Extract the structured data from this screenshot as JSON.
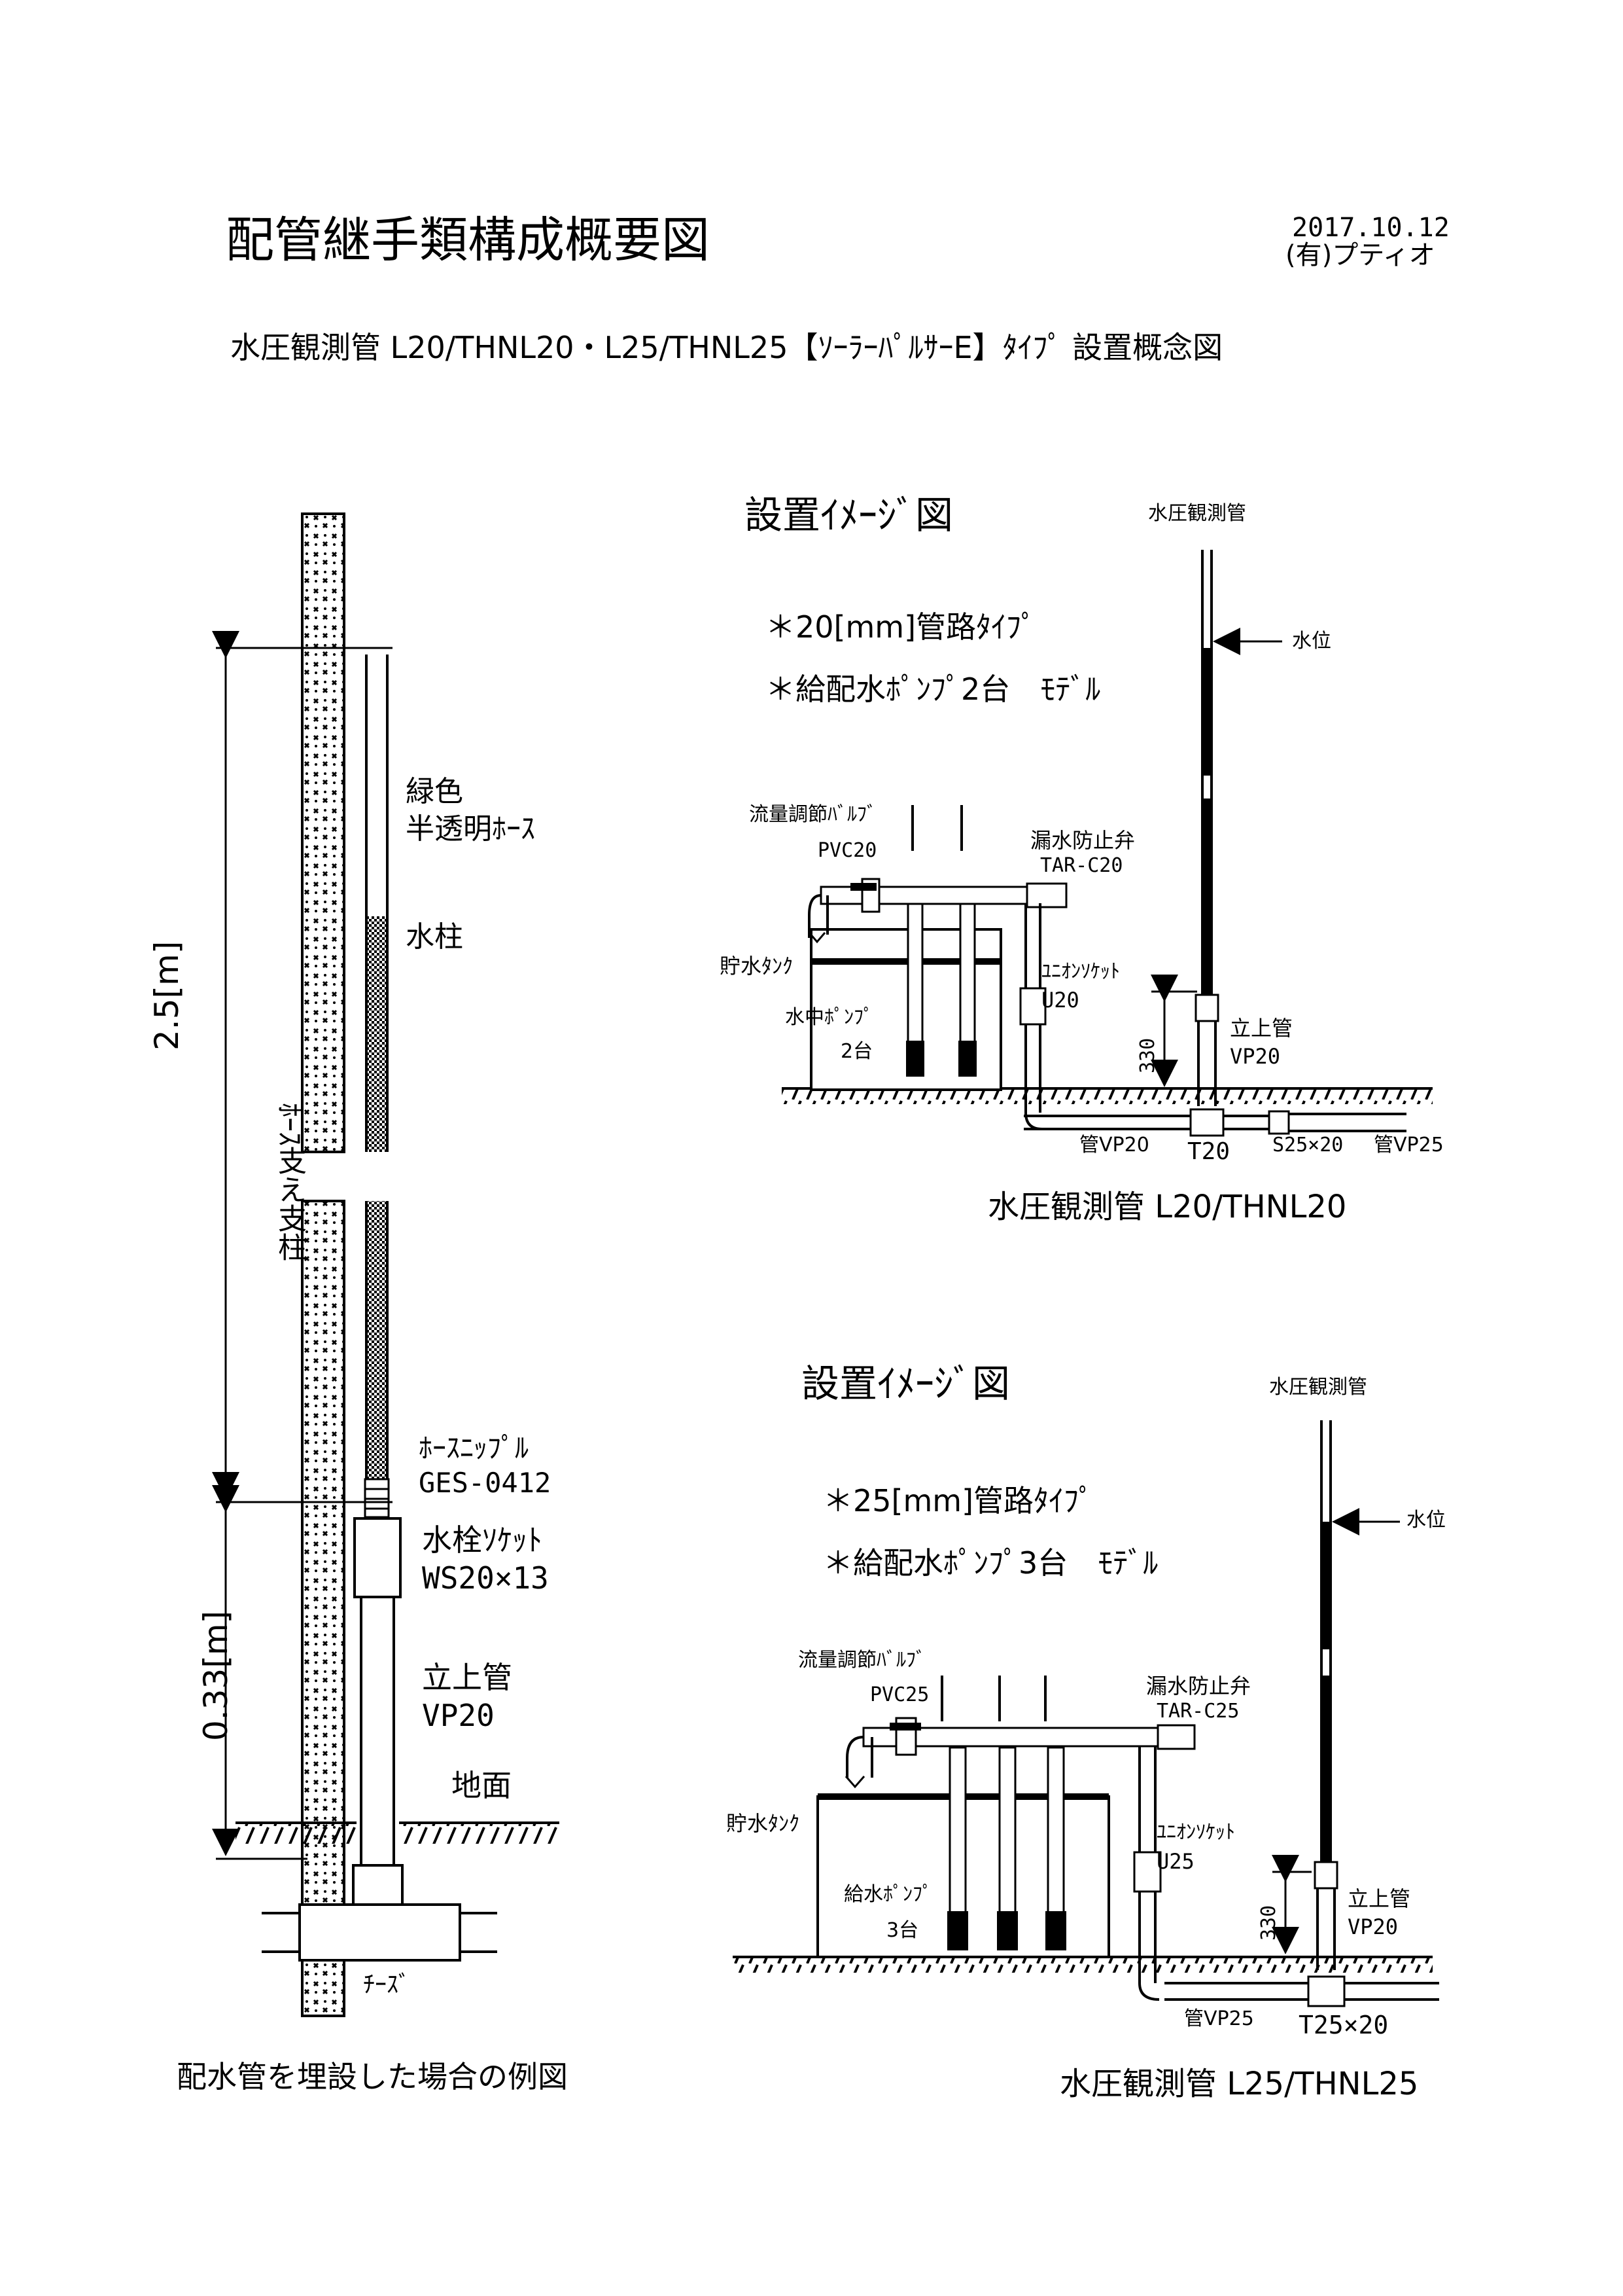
{
  "header": {
    "title": "配管継手類構成概要図",
    "date": "2017.10.12",
    "company": "(有)プティオ",
    "subtitle": "水圧観測管 L20/THNL20・L25/THNL25【ｿｰﾗｰﾊﾟﾙｻｰE】ﾀｲﾌﾟ 設置概念図"
  },
  "left_diagram": {
    "hose_label_1": "緑色",
    "hose_label_2": "半透明ﾎｰｽ",
    "water_column": "水柱",
    "dim_upper": "2.5[m]",
    "support_pole": "ﾎｰｽ支え支柱",
    "nipple_1": "ﾎｰｽﾆｯﾌﾟﾙ",
    "nipple_2": "GES-0412",
    "socket_1": "水栓ｿｹｯﾄ",
    "socket_2": "WS20×13",
    "riser_1": "立上管",
    "riser_2": "VP20",
    "dim_lower": "0.33[m]",
    "ground": "地面",
    "tee": "ﾁｰｽﾞ",
    "caption": "配水管を埋設した場合の例図"
  },
  "diagram_20": {
    "heading": "設置ｲﾒｰｼﾞ図",
    "note_1": "＊20[mm]管路ﾀｲﾌﾟ",
    "note_2": "＊給配水ﾎﾟﾝﾌﾟ2台　ﾓﾃﾞﾙ",
    "observe_pipe": "水圧観測管",
    "water_level": "水位",
    "flow_valve": "流量調節ﾊﾞﾙﾌﾞ",
    "pvc": "PVC20",
    "leak_valve_1": "漏水防止弁",
    "leak_valve_2": "TAR-C20",
    "tank": "貯水ﾀﾝｸ",
    "union_1": "ﾕﾆｵﾝｿｹｯﾄ",
    "union_2": "U20",
    "pump_1": "水中ﾎﾟﾝﾌﾟ",
    "pump_2": "2台",
    "dim": "330",
    "riser_1": "立上管",
    "riser_2": "VP20",
    "pipe_a": "管VP20",
    "tee": "T20",
    "socket": "S25×20",
    "pipe_b": "管VP25",
    "caption": "水圧観測管 L20/THNL20"
  },
  "diagram_25": {
    "heading": "設置ｲﾒｰｼﾞ図",
    "note_1": "＊25[mm]管路ﾀｲﾌﾟ",
    "note_2": "＊給配水ﾎﾟﾝﾌﾟ3台　ﾓﾃﾞﾙ",
    "observe_pipe": "水圧観測管",
    "water_level": "水位",
    "flow_valve": "流量調節ﾊﾞﾙﾌﾞ",
    "pvc": "PVC25",
    "leak_valve_1": "漏水防止弁",
    "leak_valve_2": "TAR-C25",
    "tank": "貯水ﾀﾝｸ",
    "union_1": "ﾕﾆｵﾝｿｹｯﾄ",
    "union_2": "U25",
    "pump_1": "給水ﾎﾟﾝﾌﾟ",
    "pump_2": "3台",
    "dim": "330",
    "riser_1": "立上管",
    "riser_2": "VP20",
    "pipe_a": "管VP25",
    "tee": "T25×20",
    "caption": "水圧観測管 L25/THNL25"
  }
}
